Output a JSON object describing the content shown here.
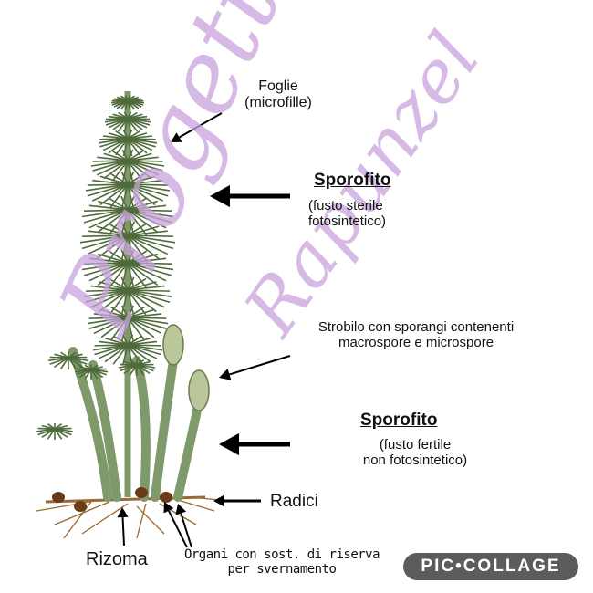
{
  "labels": {
    "foglie_title": "Foglie",
    "foglie_sub": "(microfille)",
    "sporofito1_title": "Sporofito",
    "sporofito1_line1": "(fusto sterile",
    "sporofito1_line2": "fotosintetico)",
    "strobilo_line1": "Strobilo con sporangi contenenti",
    "strobilo_line2": "macrospore e microspore",
    "sporofito2_title": "Sporofito",
    "sporofito2_line1": "(fusto fertile",
    "sporofito2_line2": "non fotosintetico)",
    "radici": "Radici",
    "rizoma": "Rizoma",
    "organi_line1": "Organi con sost. di riserva",
    "organi_line2": "per svernamento"
  },
  "watermark": {
    "text": "Progetto Rapunzel",
    "color": "#c9a3dd"
  },
  "badge": {
    "text": "PIC•COLLAGE"
  },
  "colors": {
    "foliage": "#4f6a3a",
    "stem": "#7f9a6a",
    "strobilus": "#b9c79a",
    "root": "#9a6a35",
    "tuber": "#6b3a18"
  }
}
